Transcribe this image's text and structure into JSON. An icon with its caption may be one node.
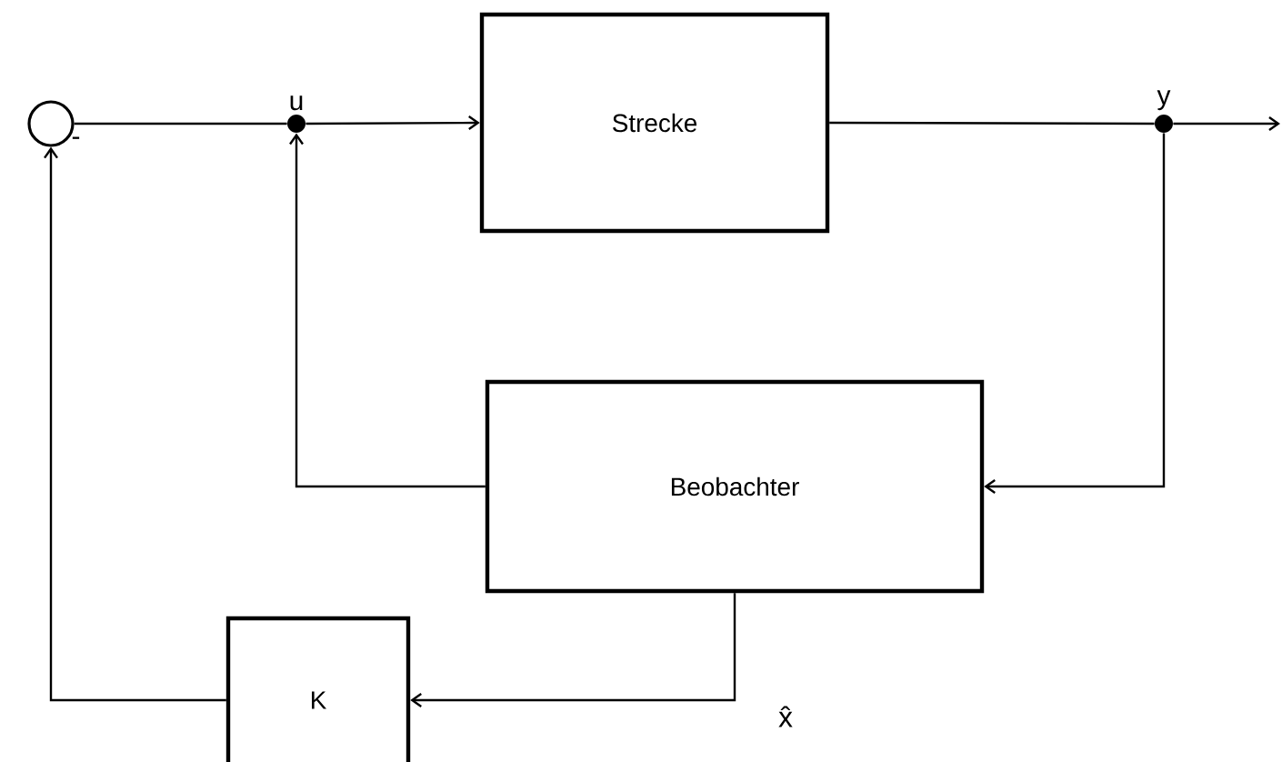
{
  "diagram": {
    "nodes": [
      {
        "text": [],
        "shape": "circle",
        "beside": [
          "-"
        ]
      },
      {
        "text": [
          "u"
        ]
      },
      {
        "text": [
          "Strecke"
        ]
      },
      {
        "text": [
          "y"
        ]
      },
      {
        "text": [
          "Beobachter"
        ]
      },
      {
        "text": [
          "K"
        ]
      }
    ],
    "edges": [
      {
        "from": 0,
        "to": 1,
        "arrow": "none"
      },
      {
        "from": 1,
        "to": 2,
        "arrow": "to"
      },
      {
        "from": 2,
        "to": 3,
        "arrow": "none"
      },
      {
        "from": 3,
        "to": null,
        "arrow": "to"
      },
      {
        "from": 3,
        "to": 4,
        "arrow": "to"
      },
      {
        "from": 4,
        "to": 1,
        "arrow": "to"
      },
      {
        "from": 4,
        "to": 5,
        "arrow": "to",
        "label": "x̂"
      },
      {
        "from": 5,
        "to": 0,
        "arrow": "to"
      }
    ]
  }
}
